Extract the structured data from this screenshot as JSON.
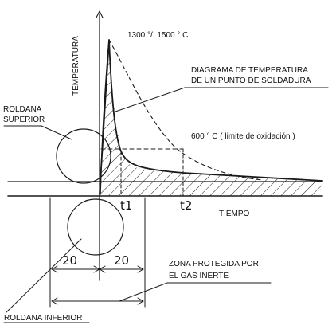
{
  "labels": {
    "temp_peak": "1300  °/. 1500 ° C",
    "axis_y": "TEMPERATURA",
    "diagram_title_1": "DIAGRAMA DE TEMPERATURA",
    "diagram_title_2": "DE UN PUNTO DE SOLDADURA",
    "roldana_superior_1": "ROLDANA",
    "roldana_superior_2": "SUPERIOR",
    "oxidation": "600 ° C ( limite de oxidación )",
    "t1": "t1",
    "t2": "t2",
    "axis_x": "TIEMPO",
    "dim_left": "20",
    "dim_right": "20",
    "zona_1": "ZONA PROTEGIDA POR",
    "zona_2": "EL GAS INERTE",
    "roldana_inferior": "ROLDANA INFERIOR"
  }
}
